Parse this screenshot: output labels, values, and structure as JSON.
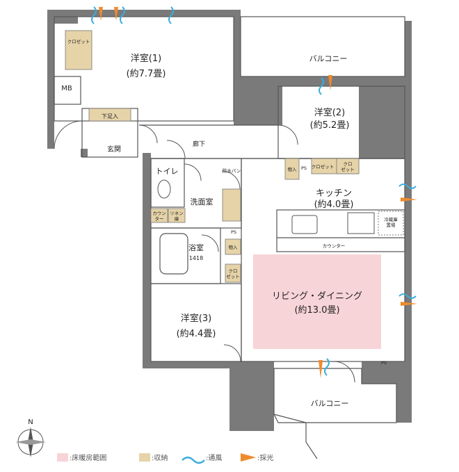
{
  "rooms": {
    "western1": {
      "name": "洋室(1)",
      "area": "(約7.7畳)"
    },
    "western2": {
      "name": "洋室(2)",
      "area": "(約5.2畳)"
    },
    "western3": {
      "name": "洋室(3)",
      "area": "(約4.4畳)"
    },
    "kitchen": {
      "name": "キッチン",
      "area": "(約4.0畳)"
    },
    "living": {
      "name": "リビング・ダイニング",
      "area": "(約13.0畳)"
    }
  },
  "labels": {
    "balcony_top": "バルコニー",
    "balcony_bottom": "バルコニー",
    "mb": "MB",
    "entrance": "玄関",
    "shoe_storage": "下足入",
    "hallway": "廊下",
    "toilet": "トイレ",
    "washroom": "洗面室",
    "bathroom": "浴室",
    "bath_size": "1418",
    "waterproof_pan": "防水パン",
    "counter_wash_1": "カウン",
    "counter_wash_2": "ター",
    "linen_1": "リネン",
    "linen_2": "庫",
    "closet": "クロゼット",
    "closet_short_1": "クロ",
    "closet_short_2": "ゼット",
    "storage": "物入",
    "ps": "PS",
    "kitchen_counter": "カウンター",
    "fridge_1": "冷蔵庫",
    "fridge_2": "置場",
    "north": "N"
  },
  "legend": {
    "heating": ":床暖房範囲",
    "storage": ":収納",
    "ventilation": ":通風",
    "daylight": ":採光"
  },
  "colors": {
    "wall": "#7a7a7a",
    "heating": "#f7d4d8",
    "storage": "#e6d3a8",
    "wind": "#3aaedc",
    "light": "#f08a2c"
  }
}
